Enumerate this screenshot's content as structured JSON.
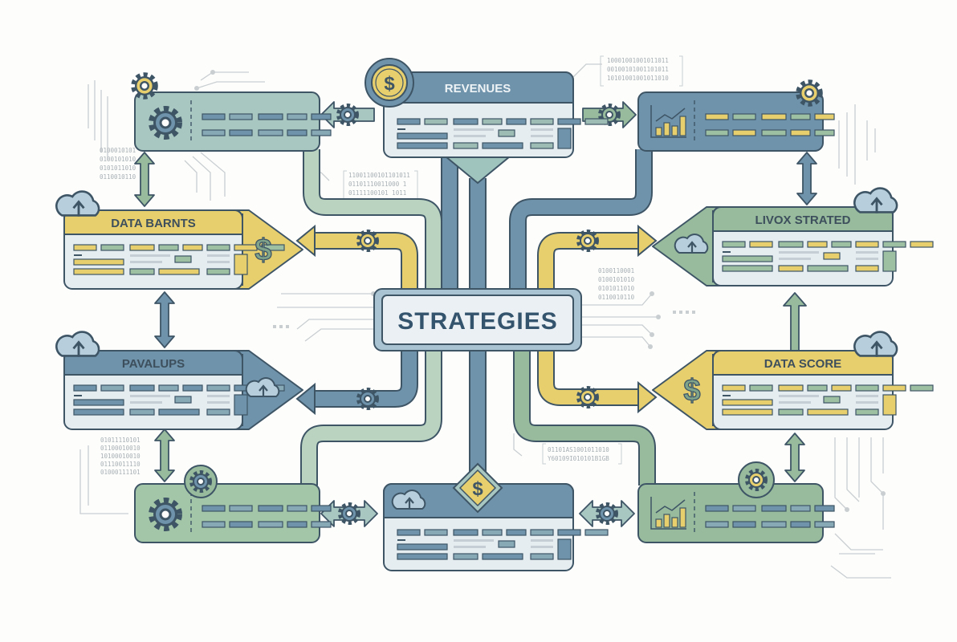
{
  "center": {
    "title": "STRATEGIES"
  },
  "cards": {
    "revenues": {
      "label": "REVENUES",
      "icon": "dollar-coin-icon"
    },
    "data_barnts": {
      "label": "DATA BARNTS",
      "icon": "dollar-icon"
    },
    "pavalups": {
      "label": "PAVALUPS",
      "icon": "cloud-upload-icon"
    },
    "livox_strated": {
      "label": "LIVOX STRATED",
      "icon": "cloud-upload-icon"
    },
    "data_score": {
      "label": "DATA SCORE",
      "icon": "dollar-icon"
    },
    "top_left": {
      "icon": "gear-icon"
    },
    "top_right": {
      "icon": "bar-chart-icon"
    },
    "bottom_left": {
      "icon": "gear-icon"
    },
    "bottom_center": {
      "icon": "cloud-upload-icon"
    },
    "bottom_right": {
      "icon": "bar-chart-icon"
    }
  },
  "binary": {
    "top_right": [
      "10001001001011011",
      "00100101001101011",
      "10101001001011010"
    ],
    "top_center": [
      "11001100101101011",
      "01101110011000 1",
      "01111100101 1011"
    ],
    "left_top": [
      "0100010101",
      "0100101010",
      "0101011010",
      "0110010110"
    ],
    "right_mid": [
      "0100110001",
      "0100101010",
      "0101011010",
      "0110010110"
    ],
    "left_bottom": [
      "01011110101",
      "01100010010",
      "10100010010",
      "01110011110",
      "01000111101"
    ],
    "bottom_center": [
      "01101AS1001011010",
      "Y60109I010101B1GB"
    ]
  },
  "colors": {
    "blue": "#6f93ab",
    "dark": "#3e5566",
    "green": "#97bb9c",
    "yellow": "#e8cf6e",
    "panel": "#e5edf1",
    "pale_green": "#b9d3c0"
  }
}
